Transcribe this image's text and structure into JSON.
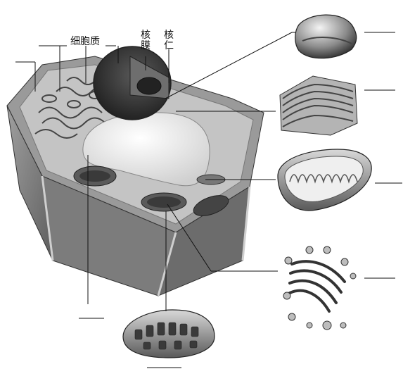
{
  "labels": {
    "cytoplasm": "细胞质",
    "nuclear_membrane": "核膜",
    "nucleolus": "核仁"
  },
  "colors": {
    "line": "#111111",
    "wall": "#7a7a7a",
    "wall_light": "#a6a6a6",
    "cytoplasm": "#bdbdbd",
    "vacuole": "#f2f2f2",
    "organelle_dark": "#3a3a3a",
    "organelle_mid": "#8c8c8c"
  }
}
